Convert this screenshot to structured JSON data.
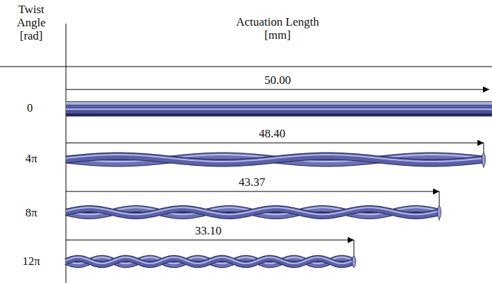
{
  "diagram": {
    "labels": [
      "Twist Angle [rad]",
      "Actuation Length [mm]",
      "50.00",
      "0",
      "48.40",
      "4π",
      "43.37",
      "8π",
      "33.10",
      "12π"
    ]
  }
}
